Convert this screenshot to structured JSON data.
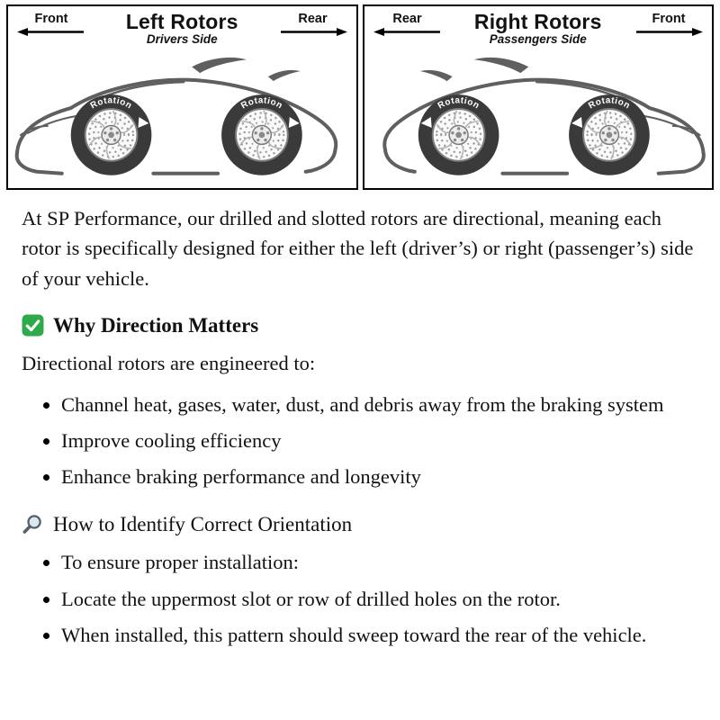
{
  "theme": {
    "check-green": "#2faa4a",
    "icon-gray": "#55616c",
    "car-line": "#5f5f5f",
    "tire-dark": "#3a3a3a",
    "text-color": "#121212",
    "border-black": "#000000"
  },
  "diagram": {
    "left_panel": {
      "title": "Left Rotors",
      "subtitle": "Drivers Side",
      "arrow_left_label": "Front",
      "arrow_right_label": "Rear",
      "rotation_label": "Rotation"
    },
    "right_panel": {
      "title": "Right Rotors",
      "subtitle": "Passengers Side",
      "arrow_left_label": "Rear",
      "arrow_right_label": "Front",
      "rotation_label": "Rotation"
    }
  },
  "article": {
    "intro": "At SP Performance, our drilled and slotted rotors are directional, meaning each rotor is specifically designed for either the left (driver’s) or right (passenger’s) side of your vehicle.",
    "why_section": {
      "icon": "check-icon",
      "heading": "Why Direction Matters",
      "lead": "Directional rotors are engineered to:",
      "bullets": [
        "Channel heat, gases, water, dust, and debris away from the braking system",
        "Improve cooling efficiency",
        "Enhance braking performance and longevity"
      ]
    },
    "identify_section": {
      "icon": "magnifier-icon",
      "heading": "How to Identify Correct Orientation",
      "bullets": [
        "To ensure proper installation:",
        "Locate the uppermost slot or row of drilled holes on the rotor.",
        "When installed, this pattern should sweep toward the rear of the vehicle."
      ]
    }
  }
}
